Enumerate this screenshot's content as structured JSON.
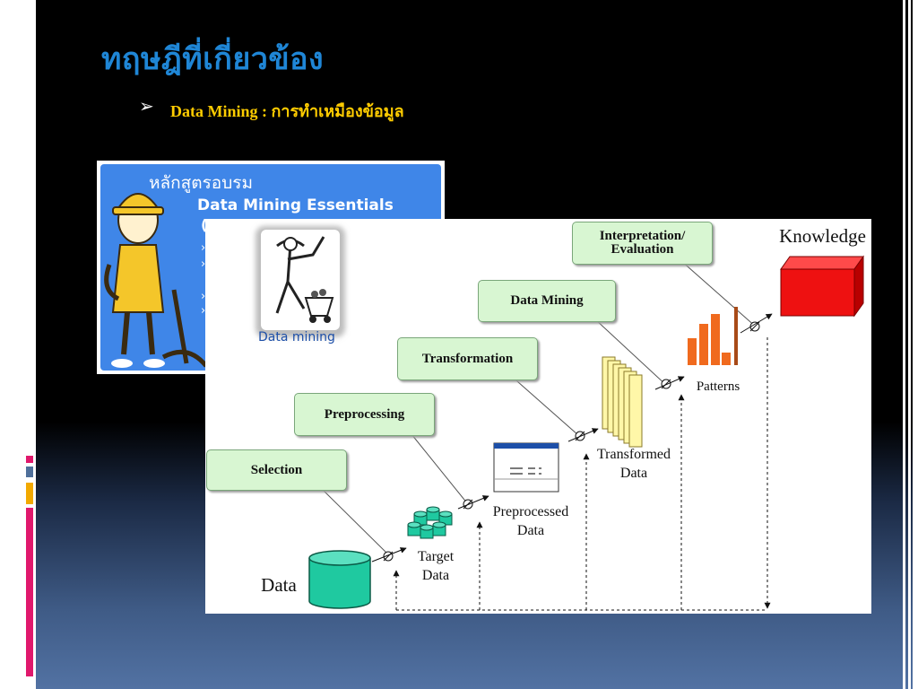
{
  "slide": {
    "title": "ทฤษฎีที่เกี่ยวข้อง",
    "bullet_symbol": "➢",
    "subtitle": "Data Mining : การทำเหมืองข้อมูล"
  },
  "course_image": {
    "heading": "หลักสูตรอบรม",
    "course_name": "Data Mining Essentials",
    "course_name_partial": "(",
    "bullet_glyph": "›"
  },
  "diagram": {
    "miner_caption": "Data mining",
    "steps": [
      {
        "label": "Selection"
      },
      {
        "label": "Preprocessing"
      },
      {
        "label": "Transformation"
      },
      {
        "label": "Data Mining"
      },
      {
        "label": "Interpretation/\nEvaluation"
      }
    ],
    "artifacts": [
      {
        "label": "Data"
      },
      {
        "label": "Target\nData"
      },
      {
        "label": "Preprocessed\nData"
      },
      {
        "label": "Transformed\nData"
      },
      {
        "label": "Patterns"
      },
      {
        "label": "Knowledge"
      }
    ],
    "colors": {
      "box_fill": "#d8f6d2",
      "cylinder": "#1fc9a0",
      "doc": "#fff7a8",
      "bars": "#f06a1e",
      "knowledge": "#ee1111"
    }
  }
}
